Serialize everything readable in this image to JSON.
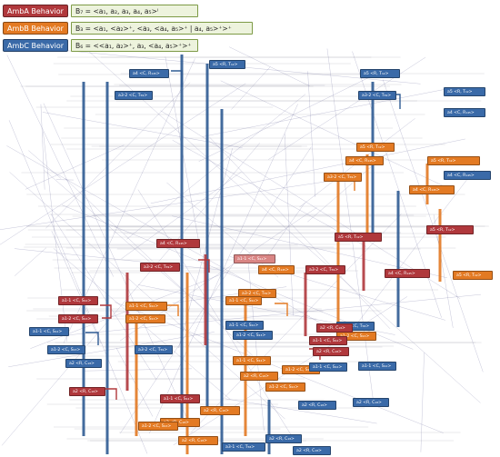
{
  "legend": [
    {
      "label": "AmbA Behavior",
      "formula": "B₇ = <a₁, a₂, a₃, a₄, a₅>ⁱ",
      "color": "#b0383c"
    },
    {
      "label": "AmbB Behavior",
      "formula": "B₃ = <a₁, <a₂>⁺, <a₃, <a₄, a₅>⁺ | a₄, a₅>⁺>⁺",
      "color": "#e37a23"
    },
    {
      "label": "AmbC Behavior",
      "formula": "B₆ = <<a₁, a₂>⁺, a₃, <a₄, a₅>⁺>⁺",
      "color": "#3a6aa8"
    }
  ],
  "colors": {
    "red": "#b0383c",
    "pink": "#d98584",
    "orange": "#e37a23",
    "blue": "#3a6aa8",
    "wire": "#6f6f86",
    "formula_bg": "#edf3dd",
    "formula_border": "#7d9a46"
  },
  "nodes": [
    {
      "id": "n1",
      "label": "a5 <R, T₁₂>",
      "c": "blue"
    },
    {
      "id": "n2",
      "label": "a4 <C, R₁₄₅>",
      "c": "blue"
    },
    {
      "id": "n3",
      "label": "a3-2 <C, T₅₉>",
      "c": "blue"
    },
    {
      "id": "n4",
      "label": "a5 <R, T₁₂>",
      "c": "blue"
    },
    {
      "id": "n5",
      "label": "a4 <C, R₁₄₅>",
      "c": "blue"
    },
    {
      "id": "n6",
      "label": "a3-2 <C, T₅₉>",
      "c": "blue"
    },
    {
      "id": "n7",
      "label": "a5 <R, T₁₂>",
      "c": "blue"
    },
    {
      "id": "n8",
      "label": "a4 <C, R₁₄₅>",
      "c": "blue"
    },
    {
      "id": "n9",
      "label": "a5 <R, T₁₂>",
      "c": "orange"
    },
    {
      "id": "n10",
      "label": "a4 <C, R₁₄₅>",
      "c": "orange"
    },
    {
      "id": "n11",
      "label": "a5 <R, T₁₂>",
      "c": "orange"
    },
    {
      "id": "n12",
      "label": "a3-2 <C, T₅₉>",
      "c": "orange"
    },
    {
      "id": "n13",
      "label": "a4 <C, R₁₄₅>",
      "c": "orange"
    },
    {
      "id": "n14",
      "label": "a5 <R, T₁₂>",
      "c": "red"
    },
    {
      "id": "n15",
      "label": "a5 <R, T₁₂>",
      "c": "red"
    },
    {
      "id": "n16",
      "label": "a4 <C, R₁₄₅>",
      "c": "red"
    },
    {
      "id": "n17",
      "label": "a1-1 <C, S₁₂>",
      "c": "pink"
    },
    {
      "id": "n18",
      "label": "a3-2 <C, T₅₉>",
      "c": "red"
    },
    {
      "id": "n19",
      "label": "a4 <C, R₁₄₅>",
      "c": "orange"
    },
    {
      "id": "n20",
      "label": "a3-2 <C, T₅₉>",
      "c": "red"
    },
    {
      "id": "n21",
      "label": "a4 <C, R₁₄₅>",
      "c": "red"
    },
    {
      "id": "n22",
      "label": "a5 <R, T₁₂>",
      "c": "orange"
    },
    {
      "id": "n23",
      "label": "a3-2 <C, T₅₉>",
      "c": "orange"
    },
    {
      "id": "n24",
      "label": "a1-1 <C, S₁₂>",
      "c": "red"
    },
    {
      "id": "n25",
      "label": "a1-2 <C, S₁₃>",
      "c": "red"
    },
    {
      "id": "n26",
      "label": "a1-1 <C, S₁₂>",
      "c": "orange"
    },
    {
      "id": "n27",
      "label": "a1-2 <C, S₁₃>",
      "c": "orange"
    },
    {
      "id": "n28",
      "label": "a1-1 <C, S₁₂>",
      "c": "blue"
    },
    {
      "id": "n29",
      "label": "a1-2 <C, S₁₃>",
      "c": "blue"
    },
    {
      "id": "n30",
      "label": "a2 <R, C₁₈>",
      "c": "blue"
    },
    {
      "id": "n31",
      "label": "a2 <R, C₁₈>",
      "c": "red"
    },
    {
      "id": "n32",
      "label": "a3-2 <C, T₅₉>",
      "c": "blue"
    },
    {
      "id": "n33",
      "label": "a1-1 <C, S₁₂>",
      "c": "blue"
    },
    {
      "id": "n34",
      "label": "a1-2 <C, S₁₃>",
      "c": "blue"
    },
    {
      "id": "n35",
      "label": "a3-1 <C, T₅₈>",
      "c": "blue"
    },
    {
      "id": "n36",
      "label": "a1-1 <C, S₁₂>",
      "c": "orange"
    },
    {
      "id": "n37",
      "label": "a1-2 <C, S₁₃>",
      "c": "orange"
    },
    {
      "id": "n38",
      "label": "a1-1 <C, S₁₂>",
      "c": "red"
    },
    {
      "id": "n39",
      "label": "a2 <R, C₁₈>",
      "c": "orange"
    },
    {
      "id": "n40",
      "label": "a2 <R, C₁₈>",
      "c": "orange"
    },
    {
      "id": "n41",
      "label": "a1-2 <C, S₁₃>",
      "c": "orange"
    },
    {
      "id": "n42",
      "label": "a1-1 <C, S₁₂>",
      "c": "orange"
    },
    {
      "id": "n43",
      "label": "a2 <R, C₁₈>",
      "c": "orange"
    },
    {
      "id": "n44",
      "label": "a1-2 <C, S₁₃>",
      "c": "orange"
    },
    {
      "id": "n45",
      "label": "a1-2 <C, S₁₃>",
      "c": "orange"
    },
    {
      "id": "n46",
      "label": "a2 <R, C₁₈>",
      "c": "orange"
    },
    {
      "id": "n47",
      "label": "a1-2 <C, S₁₃>",
      "c": "blue"
    },
    {
      "id": "n48",
      "label": "a2 <R, C₁₈>",
      "c": "blue"
    },
    {
      "id": "n49",
      "label": "a1-1 <C, S₁₂>",
      "c": "blue"
    },
    {
      "id": "n50",
      "label": "a1-1 <C, S₁₂>",
      "c": "blue"
    },
    {
      "id": "n51",
      "label": "a2 <R, C₁₈>",
      "c": "blue"
    },
    {
      "id": "n52",
      "label": "a2 <R, C₁₈>",
      "c": "blue"
    },
    {
      "id": "n53",
      "label": "a2 <R, C₁₈>",
      "c": "red"
    },
    {
      "id": "n54",
      "label": "a2 <R, C₁₈>",
      "c": "red"
    },
    {
      "id": "n55",
      "label": "a1-1 <C, S₁₂>",
      "c": "red"
    },
    {
      "id": "n56",
      "label": "a3-1 <C, T₅₈>",
      "c": "blue"
    },
    {
      "id": "n57",
      "label": "a2 <R, C₁₈>",
      "c": "blue"
    }
  ]
}
